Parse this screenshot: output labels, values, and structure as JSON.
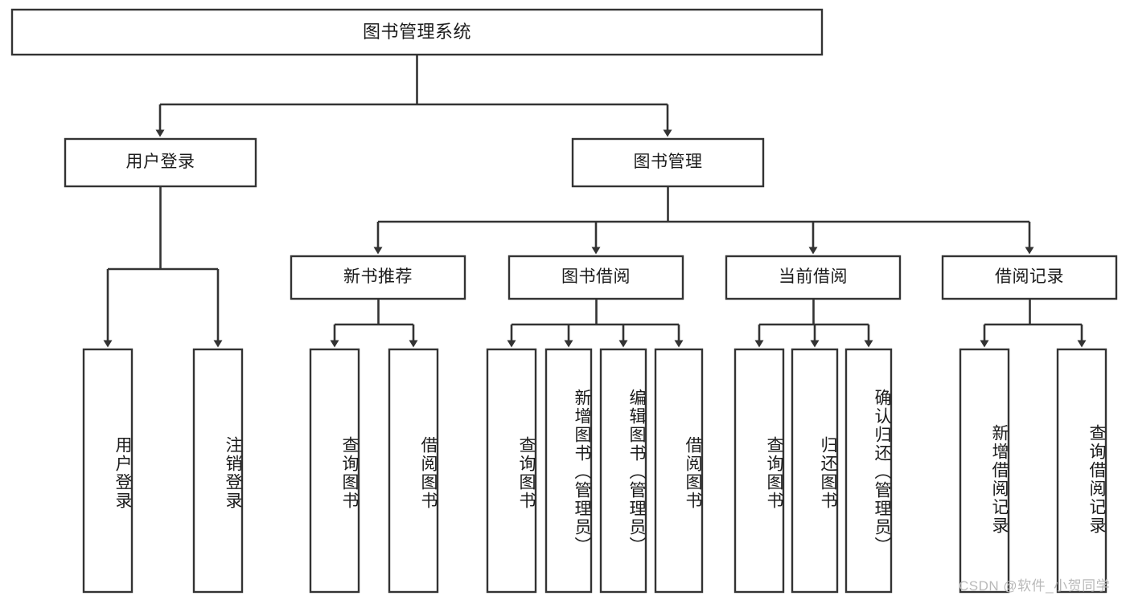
{
  "diagram": {
    "title": "图书管理系统",
    "type": "hierarchy-tree",
    "background_color": "#ffffff",
    "box_stroke_color": "#333333",
    "text_color": "#1b1b1b"
  },
  "nodes": {
    "root": {
      "label": "图书管理系统",
      "level": 0
    },
    "level1": [
      {
        "id": "user-login",
        "label": "用户登录"
      },
      {
        "id": "book-manage",
        "label": "图书管理"
      }
    ],
    "level2": [
      {
        "id": "new-book-recommend",
        "label": "新书推荐"
      },
      {
        "id": "book-borrow",
        "label": "图书借阅"
      },
      {
        "id": "current-borrow",
        "label": "当前借阅"
      },
      {
        "id": "borrow-record",
        "label": "借阅记录"
      }
    ],
    "leaves": {
      "user-login": [
        {
          "id": "leaf-user-login",
          "label": "用户登录"
        },
        {
          "id": "leaf-logout-login",
          "label": "注销登录"
        }
      ],
      "new-book-recommend": [
        {
          "id": "leaf-query-book-1",
          "label": "查询图书"
        },
        {
          "id": "leaf-borrow-book-1",
          "label": "借阅图书"
        }
      ],
      "book-borrow": [
        {
          "id": "leaf-query-book-2",
          "label": "查询图书"
        },
        {
          "id": "leaf-add-book",
          "label": "新增图书（管理员）"
        },
        {
          "id": "leaf-edit-book",
          "label": "编辑图书（管理员）"
        },
        {
          "id": "leaf-borrow-book-2",
          "label": "借阅图书"
        }
      ],
      "current-borrow": [
        {
          "id": "leaf-query-book-3",
          "label": "查询图书"
        },
        {
          "id": "leaf-return-book",
          "label": "归还图书"
        },
        {
          "id": "leaf-confirm-return",
          "label": "确认归还（管理员）"
        }
      ],
      "borrow-record": [
        {
          "id": "leaf-add-record",
          "label": "新增借阅记录"
        },
        {
          "id": "leaf-query-record",
          "label": "查询借阅记录"
        }
      ]
    }
  },
  "watermark": {
    "text": "CSDN @软件_小贺同学",
    "color": "#b9b9b9"
  }
}
